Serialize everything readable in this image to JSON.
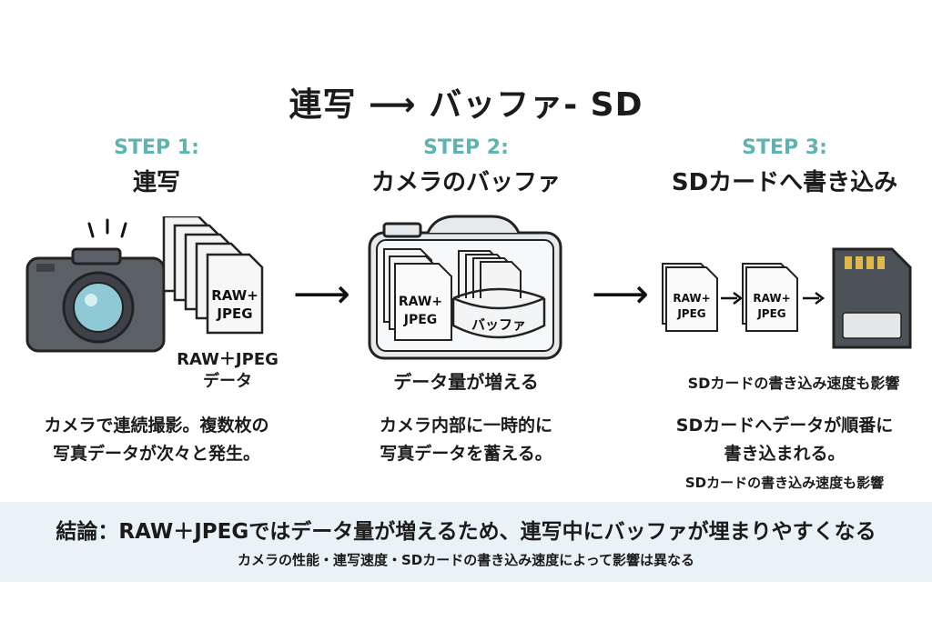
{
  "title": "連写 ⟶ バッファ- SD",
  "steps": [
    {
      "label": "STEP 1:",
      "name": "連写",
      "doc_text": [
        "RAW+",
        "JPEG"
      ],
      "caption": [
        "RAW＋JPEG",
        "データ"
      ],
      "desc": [
        "カメラで連続撮影。複数枚の",
        "写真データが次々と発生。"
      ]
    },
    {
      "label": "STEP 2:",
      "name": "カメラのバッファ",
      "doc_text": [
        "RAW+",
        "JPEG"
      ],
      "buffer_label": "バッファ",
      "caption": "データ量が増える",
      "desc": [
        "カメラ内部に一時的に",
        "写真データを蓄える。"
      ]
    },
    {
      "label": "STEP 3:",
      "name": "SDカードへ書き込み",
      "doc_text": [
        "RAW+",
        "JPEG"
      ],
      "caption": "SDカードの書き込み速度も影響",
      "desc": [
        "SDカードへデータが順番に",
        "書き込まれる。"
      ],
      "note": "SDカードの書き込み速度も影響"
    }
  ],
  "conclusion": {
    "main": "結論：RAW＋JPEGではデータ量が増えるため、連写中にバッファが埋まりやすくなる",
    "sub": "カメラの性能・連写速度・SDカードの書き込み速度によって影響は異なる"
  },
  "colors": {
    "accent": "#5fb3b0",
    "camera_body": "#5b5f66",
    "lens": "#8fc9d6",
    "sd_card": "#4d5259",
    "sd_contacts": "#e2b84a",
    "conclusion_bg": "#e9f2f6"
  }
}
